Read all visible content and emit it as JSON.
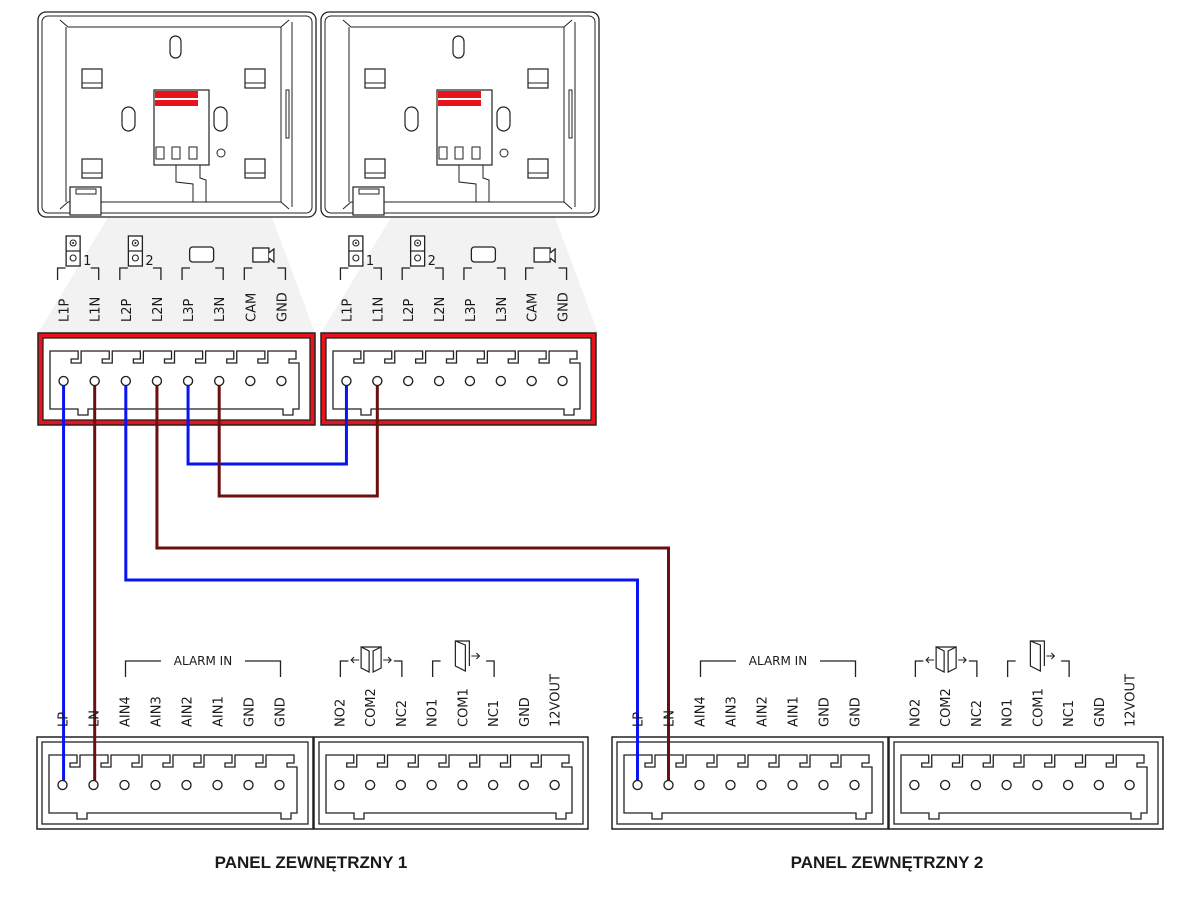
{
  "diagram": {
    "title": "Wiring diagram: two indoor monitors to two outdoor panels",
    "monitors": [
      {
        "name": "monitor-1",
        "terminal_labels": [
          "L1P",
          "L1N",
          "L2P",
          "L2N",
          "L3P",
          "L3N",
          "CAM",
          "GND"
        ],
        "group_icons": [
          {
            "icon": "outdoor-panel-icon",
            "number": "1",
            "pins": [
              "L1P",
              "L1N"
            ]
          },
          {
            "icon": "outdoor-panel-icon",
            "number": "2",
            "pins": [
              "L2P",
              "L2N"
            ]
          },
          {
            "icon": "monitor-icon",
            "number": "",
            "pins": [
              "L3P",
              "L3N"
            ]
          },
          {
            "icon": "camera-icon",
            "number": "",
            "pins": [
              "CAM",
              "GND"
            ]
          }
        ],
        "connector_color": "#e8121a"
      },
      {
        "name": "monitor-2",
        "terminal_labels": [
          "L1P",
          "L1N",
          "L2P",
          "L2N",
          "L3P",
          "L3N",
          "CAM",
          "GND"
        ],
        "group_icons": [
          {
            "icon": "outdoor-panel-icon",
            "number": "1",
            "pins": [
              "L1P",
              "L1N"
            ]
          },
          {
            "icon": "outdoor-panel-icon",
            "number": "2",
            "pins": [
              "L2P",
              "L2N"
            ]
          },
          {
            "icon": "monitor-icon",
            "number": "",
            "pins": [
              "L3P",
              "L3N"
            ]
          },
          {
            "icon": "camera-icon",
            "number": "",
            "pins": [
              "CAM",
              "GND"
            ]
          }
        ],
        "connector_color": "#e8121a"
      }
    ],
    "panels": [
      {
        "name": "PANEL ZEWNĘTRZNY 1",
        "left_labels": [
          "LP",
          "LN",
          "AIN4",
          "AIN3",
          "AIN2",
          "AIN1",
          "GND",
          "GND"
        ],
        "right_labels": [
          "NO2",
          "COM2",
          "NC2",
          "NO1",
          "COM1",
          "NC1",
          "GND",
          "12VOUT"
        ],
        "alarm_group_label": "ALARM IN",
        "relay_icons": [
          "double-door-icon",
          "single-door-icon"
        ]
      },
      {
        "name": "PANEL ZEWNĘTRZNY 2",
        "left_labels": [
          "LP",
          "LN",
          "AIN4",
          "AIN3",
          "AIN2",
          "AIN1",
          "GND",
          "GND"
        ],
        "right_labels": [
          "NO2",
          "COM2",
          "NC2",
          "NO1",
          "COM1",
          "NC1",
          "GND",
          "12VOUT"
        ],
        "alarm_group_label": "ALARM IN",
        "relay_icons": [
          "double-door-icon",
          "single-door-icon"
        ]
      }
    ],
    "wires": [
      {
        "from": "monitor-1.L1P",
        "to": "panel-1.LP",
        "color": "#0a14f0"
      },
      {
        "from": "monitor-1.L1N",
        "to": "panel-1.LN",
        "color": "#6b1010"
      },
      {
        "from": "monitor-1.L2P",
        "to": "panel-2.LP",
        "color": "#0a14f0"
      },
      {
        "from": "monitor-1.L2N",
        "to": "panel-2.LN",
        "color": "#6b1010"
      },
      {
        "from": "monitor-1.L3P",
        "to": "monitor-2.L1P",
        "color": "#0a14f0"
      },
      {
        "from": "monitor-1.L3N",
        "to": "monitor-2.L1N",
        "color": "#6b1010"
      }
    ]
  }
}
